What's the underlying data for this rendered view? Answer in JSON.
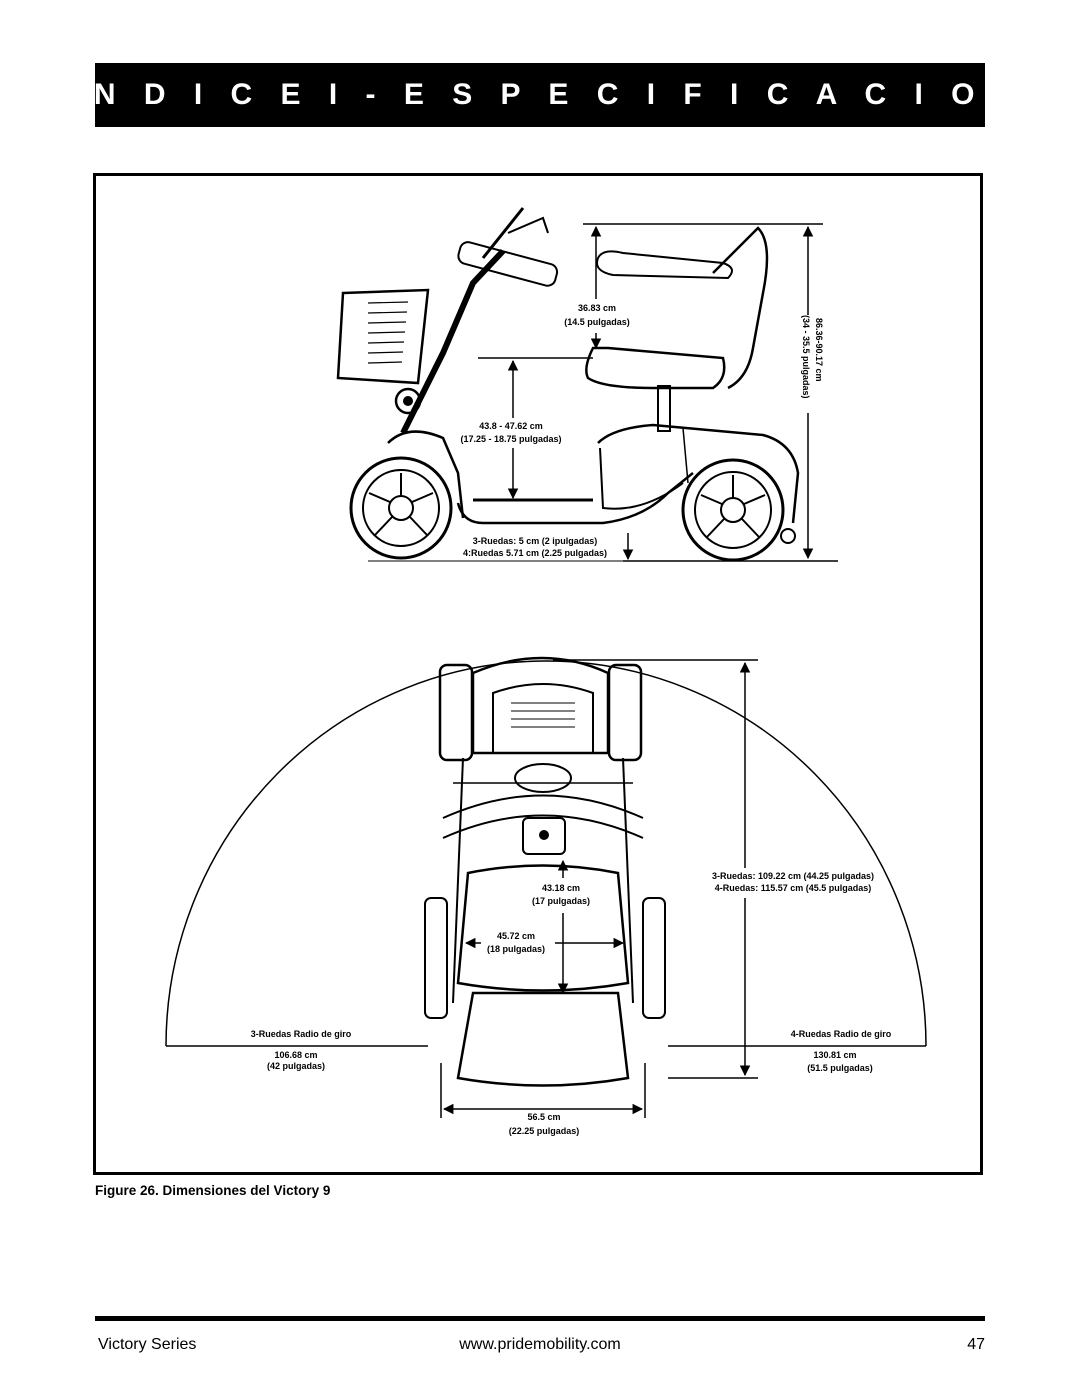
{
  "header": {
    "title": "A P É N D I C E I - E S P E C I F I C A C I O N E S"
  },
  "figure": {
    "caption": "Figure 26. Dimensiones del Victory 9",
    "side_view": {
      "backrest_height_cm": "36.83 cm",
      "backrest_height_in": "(14.5 pulgadas)",
      "seat_height_cm": "43.8 - 47.62 cm",
      "seat_height_in": "(17.25 - 18.75 pulgadas)",
      "ground_clearance_3": "3-Ruedas: 5 cm  (2 ipulgadas)",
      "ground_clearance_4": "4:Ruedas 5.71 cm (2.25 pulgadas)",
      "overall_height_cm": "86.36-90.17 cm",
      "overall_height_in": "(34 - 35.5 pulgadas)"
    },
    "top_view": {
      "length_3": "3-Ruedas: 109.22 cm (44.25 pulgadas)",
      "length_4": "4-Ruedas: 115.57 cm (45.5 pulgadas)",
      "seat_depth_cm": "43.18 cm",
      "seat_depth_in": "(17 pulgadas)",
      "seat_width_cm": "45.72 cm",
      "seat_width_in": "(18 pulgadas)",
      "turn_3_label": "3-Ruedas Radio de giro",
      "turn_3_cm": "106.68 cm",
      "turn_3_in": "(42 pulgadas)",
      "turn_4_label": "4-Ruedas Radio de giro",
      "turn_4_cm": "130.81 cm",
      "turn_4_in": "(51.5 pulgadas)",
      "overall_width_cm": "56.5 cm",
      "overall_width_in": "(22.25 pulgadas)"
    }
  },
  "footer": {
    "left": "Victory Series",
    "center": "www.pridemobility.com",
    "page": "47"
  }
}
